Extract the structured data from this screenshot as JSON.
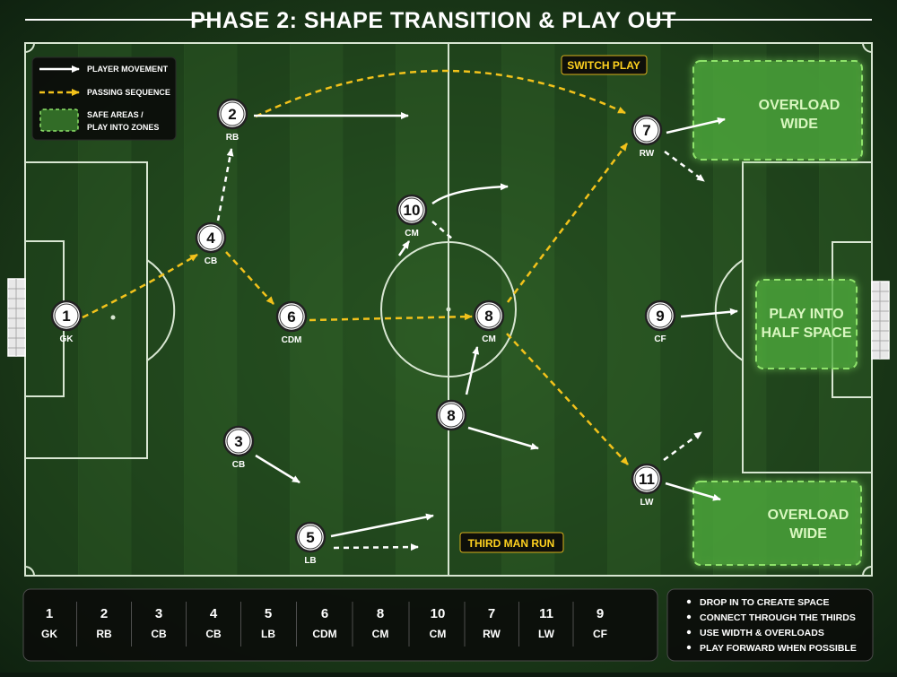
{
  "title": "PHASE 2: SHAPE TRANSITION & PLAY OUT",
  "legend": {
    "movement": "PLAYER MOVEMENT",
    "passing": "PASSING SEQUENCE",
    "safe_line1": "SAFE AREAS /",
    "safe_line2": "PLAY INTO ZONES"
  },
  "players": [
    {
      "number": "1",
      "role": "GK"
    },
    {
      "number": "2",
      "role": "RB"
    },
    {
      "number": "3",
      "role": "CB"
    },
    {
      "number": "4",
      "role": "CB"
    },
    {
      "number": "5",
      "role": "LB"
    },
    {
      "number": "6",
      "role": "CDM"
    },
    {
      "number": "10",
      "role": "CM"
    },
    {
      "number": "8",
      "role": "CM"
    },
    {
      "number": "8",
      "role": ""
    },
    {
      "number": "7",
      "role": "RW"
    },
    {
      "number": "9",
      "role": "CF"
    },
    {
      "number": "11",
      "role": "LW"
    }
  ],
  "zones": {
    "overload_top": [
      "OVERLOAD",
      "WIDE"
    ],
    "half_space": [
      "PLAY INTO",
      "HALF SPACE"
    ],
    "overload_bottom": [
      "OVERLOAD",
      "WIDE"
    ]
  },
  "tags": {
    "switch_play": "SWITCH PLAY",
    "third_man_run": "THIRD MAN RUN"
  },
  "key": [
    {
      "number": "1",
      "role": "GK"
    },
    {
      "number": "2",
      "role": "RB"
    },
    {
      "number": "3",
      "role": "CB"
    },
    {
      "number": "4",
      "role": "CB"
    },
    {
      "number": "5",
      "role": "LB"
    },
    {
      "number": "6",
      "role": "CDM"
    },
    {
      "number": "8",
      "role": "CM"
    },
    {
      "number": "10",
      "role": "CM"
    },
    {
      "number": "7",
      "role": "RW"
    },
    {
      "number": "11",
      "role": "LW"
    },
    {
      "number": "9",
      "role": "CF"
    }
  ],
  "principles": [
    "DROP IN TO CREATE SPACE",
    "CONNECT THROUGH THE THIRDS",
    "USE WIDTH & OVERLOADS",
    "PLAY FORWARD WHEN POSSIBLE"
  ],
  "colors": {
    "pitch_dark": "#234a1f",
    "pitch_light": "#2d5c27",
    "pass": "#f2c21b",
    "zone_fill": "#4caa3a",
    "zone_border": "#8ee36a"
  }
}
